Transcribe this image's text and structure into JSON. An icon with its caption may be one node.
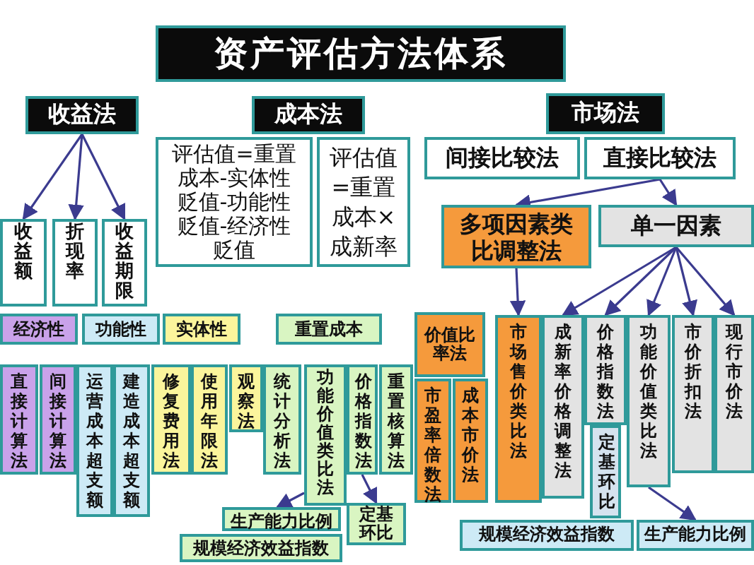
{
  "diagram": {
    "title": "资产评估方法体系",
    "nodes": [
      {
        "text": [
          "收益法"
        ]
      },
      {
        "text": [
          "成本法"
        ]
      },
      {
        "text": [
          "市场法"
        ]
      },
      {
        "text": [
          "收益额"
        ]
      },
      {
        "text": [
          "折现率"
        ]
      },
      {
        "text": [
          "收益期限"
        ]
      },
      {
        "text": [
          "评估值=重置成本-实体性贬值-功能性贬值-经济性贬值"
        ]
      },
      {
        "text": [
          "评估值=重置成本×成新率"
        ]
      },
      {
        "text": [
          "间接比较法"
        ]
      },
      {
        "text": [
          "直接比较法"
        ]
      },
      {
        "text": [
          "多项因素类比调整法"
        ]
      },
      {
        "text": [
          "单一因素"
        ]
      },
      {
        "text": [
          "经济性"
        ]
      },
      {
        "text": [
          "功能性"
        ]
      },
      {
        "text": [
          "实体性"
        ]
      },
      {
        "text": [
          "重置成本"
        ]
      },
      {
        "text": [
          "价值比率法"
        ]
      },
      {
        "text": [
          "直接计算法"
        ]
      },
      {
        "text": [
          "间接计算法"
        ]
      },
      {
        "text": [
          "运营成本超支额"
        ]
      },
      {
        "text": [
          "建造成本超支额"
        ]
      },
      {
        "text": [
          "修复费用法"
        ]
      },
      {
        "text": [
          "使用年限法"
        ]
      },
      {
        "text": [
          "观察法"
        ]
      },
      {
        "text": [
          "统计分析法"
        ]
      },
      {
        "text": [
          "功能价值类比法"
        ]
      },
      {
        "text": [
          "价格指数法"
        ]
      },
      {
        "text": [
          "重置核算法"
        ]
      },
      {
        "text": [
          "市盈率倍数法"
        ]
      },
      {
        "text": [
          "成本市价法"
        ]
      },
      {
        "text": [
          "市场售价类比法"
        ]
      },
      {
        "text": [
          "成新率价格调整法"
        ]
      },
      {
        "text": [
          "价格指数法"
        ]
      },
      {
        "text": [
          "定基环比"
        ]
      },
      {
        "text": [
          "功能价值类比法"
        ]
      },
      {
        "text": [
          "市价折扣法"
        ]
      },
      {
        "text": [
          "现行市价法"
        ]
      },
      {
        "text": [
          "生产能力比例"
        ]
      },
      {
        "text": [
          "定基环比"
        ]
      },
      {
        "text": [
          "规模经济效益指数"
        ]
      },
      {
        "text": [
          "规模经济效益指数"
        ]
      },
      {
        "text": [
          "生产能力比例"
        ]
      }
    ],
    "edges": [
      {
        "from": 0,
        "to": 3,
        "arrow": "to"
      },
      {
        "from": 0,
        "to": 4,
        "arrow": "to"
      },
      {
        "from": 0,
        "to": 5,
        "arrow": "to"
      },
      {
        "from": 9,
        "to": 10,
        "arrow": "to"
      },
      {
        "from": 9,
        "to": 11,
        "arrow": "to"
      },
      {
        "from": 10,
        "to": 30,
        "arrow": "to"
      },
      {
        "from": 11,
        "to": 31,
        "arrow": "to"
      },
      {
        "from": 11,
        "to": 32,
        "arrow": "to"
      },
      {
        "from": 11,
        "to": 34,
        "arrow": "to"
      },
      {
        "from": 11,
        "to": 35,
        "arrow": "to"
      },
      {
        "from": 11,
        "to": 36,
        "arrow": "to"
      },
      {
        "from": 25,
        "to": 37,
        "arrow": "to"
      },
      {
        "from": 26,
        "to": 38,
        "arrow": "to"
      },
      {
        "from": 34,
        "to": 41,
        "arrow": "to"
      }
    ]
  }
}
